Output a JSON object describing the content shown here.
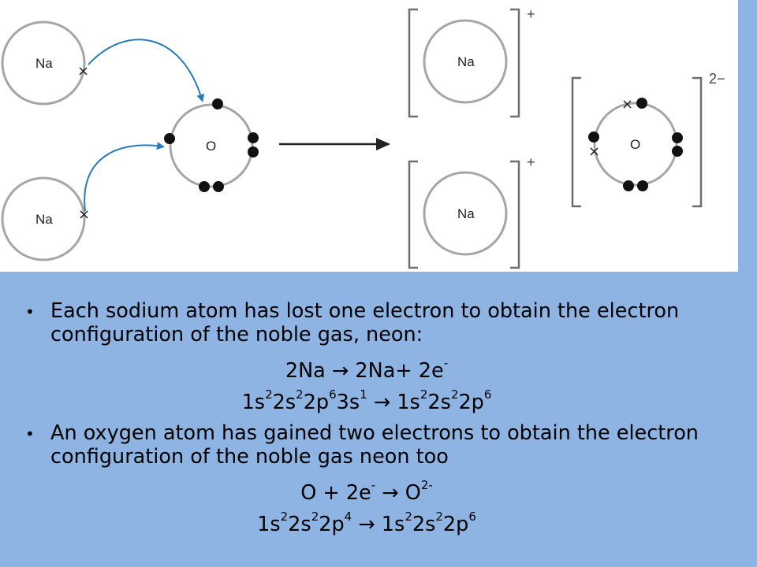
{
  "diagram": {
    "atom_na": "Na",
    "atom_o": "O",
    "charge_na_top": "+",
    "charge_na_bottom": "+",
    "charge_o": "2−",
    "arrow_icon": "right-arrow-icon"
  },
  "bullets": [
    {
      "text": "Each sodium atom has lost one electron to obtain the electron configuration of the noble gas, neon:"
    },
    {
      "text": "An oxygen atom has gained two electrons to obtain the electron configuration of the noble gas neon too"
    }
  ],
  "equations": {
    "eq1": {
      "lhs": "2Na",
      "rhs": "2Na+  2e",
      "rhs_sup": "-"
    },
    "eq2": {
      "lhs": [
        [
          "1s",
          "2"
        ],
        [
          "2s",
          "2"
        ],
        [
          "2p",
          "6"
        ],
        [
          "3s",
          "1"
        ]
      ],
      "rhs": [
        [
          "1s",
          "2"
        ],
        [
          "2s",
          "2"
        ],
        [
          "2p",
          "6"
        ]
      ]
    },
    "eq3": {
      "lhs": "O + 2e",
      "lhs_sup": "-",
      "rhs": "O",
      "rhs_sup": "2-"
    },
    "eq4": {
      "lhs": [
        [
          "1s",
          "2"
        ],
        [
          "2s",
          "2"
        ],
        [
          "2p",
          "4"
        ]
      ],
      "rhs": [
        [
          "1s",
          "2"
        ],
        [
          "2s",
          "2"
        ],
        [
          "2p",
          "6"
        ]
      ]
    },
    "arrow": "→"
  },
  "colors": {
    "background": "#8eb4e3",
    "panel": "#ffffff",
    "transfer_arrow": "#2a7ab8",
    "circle": "#a6a6a6",
    "bracket": "#6e6e6e"
  }
}
